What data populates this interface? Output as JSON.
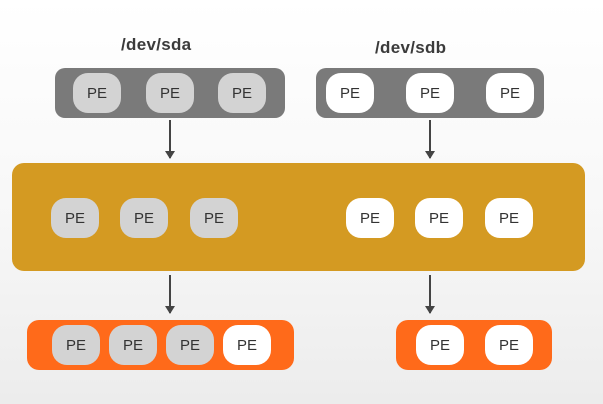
{
  "devices": {
    "sda": {
      "label": "/dev/sda"
    },
    "sdb": {
      "label": "/dev/sdb"
    }
  },
  "pe_label": "PE",
  "colors": {
    "physical_volume": "#7a7a7a",
    "volume_group": "#d49a22",
    "logical_volume": "#ff6a1a",
    "pe_grey": "#d3d3d3",
    "pe_white": "#ffffff"
  }
}
